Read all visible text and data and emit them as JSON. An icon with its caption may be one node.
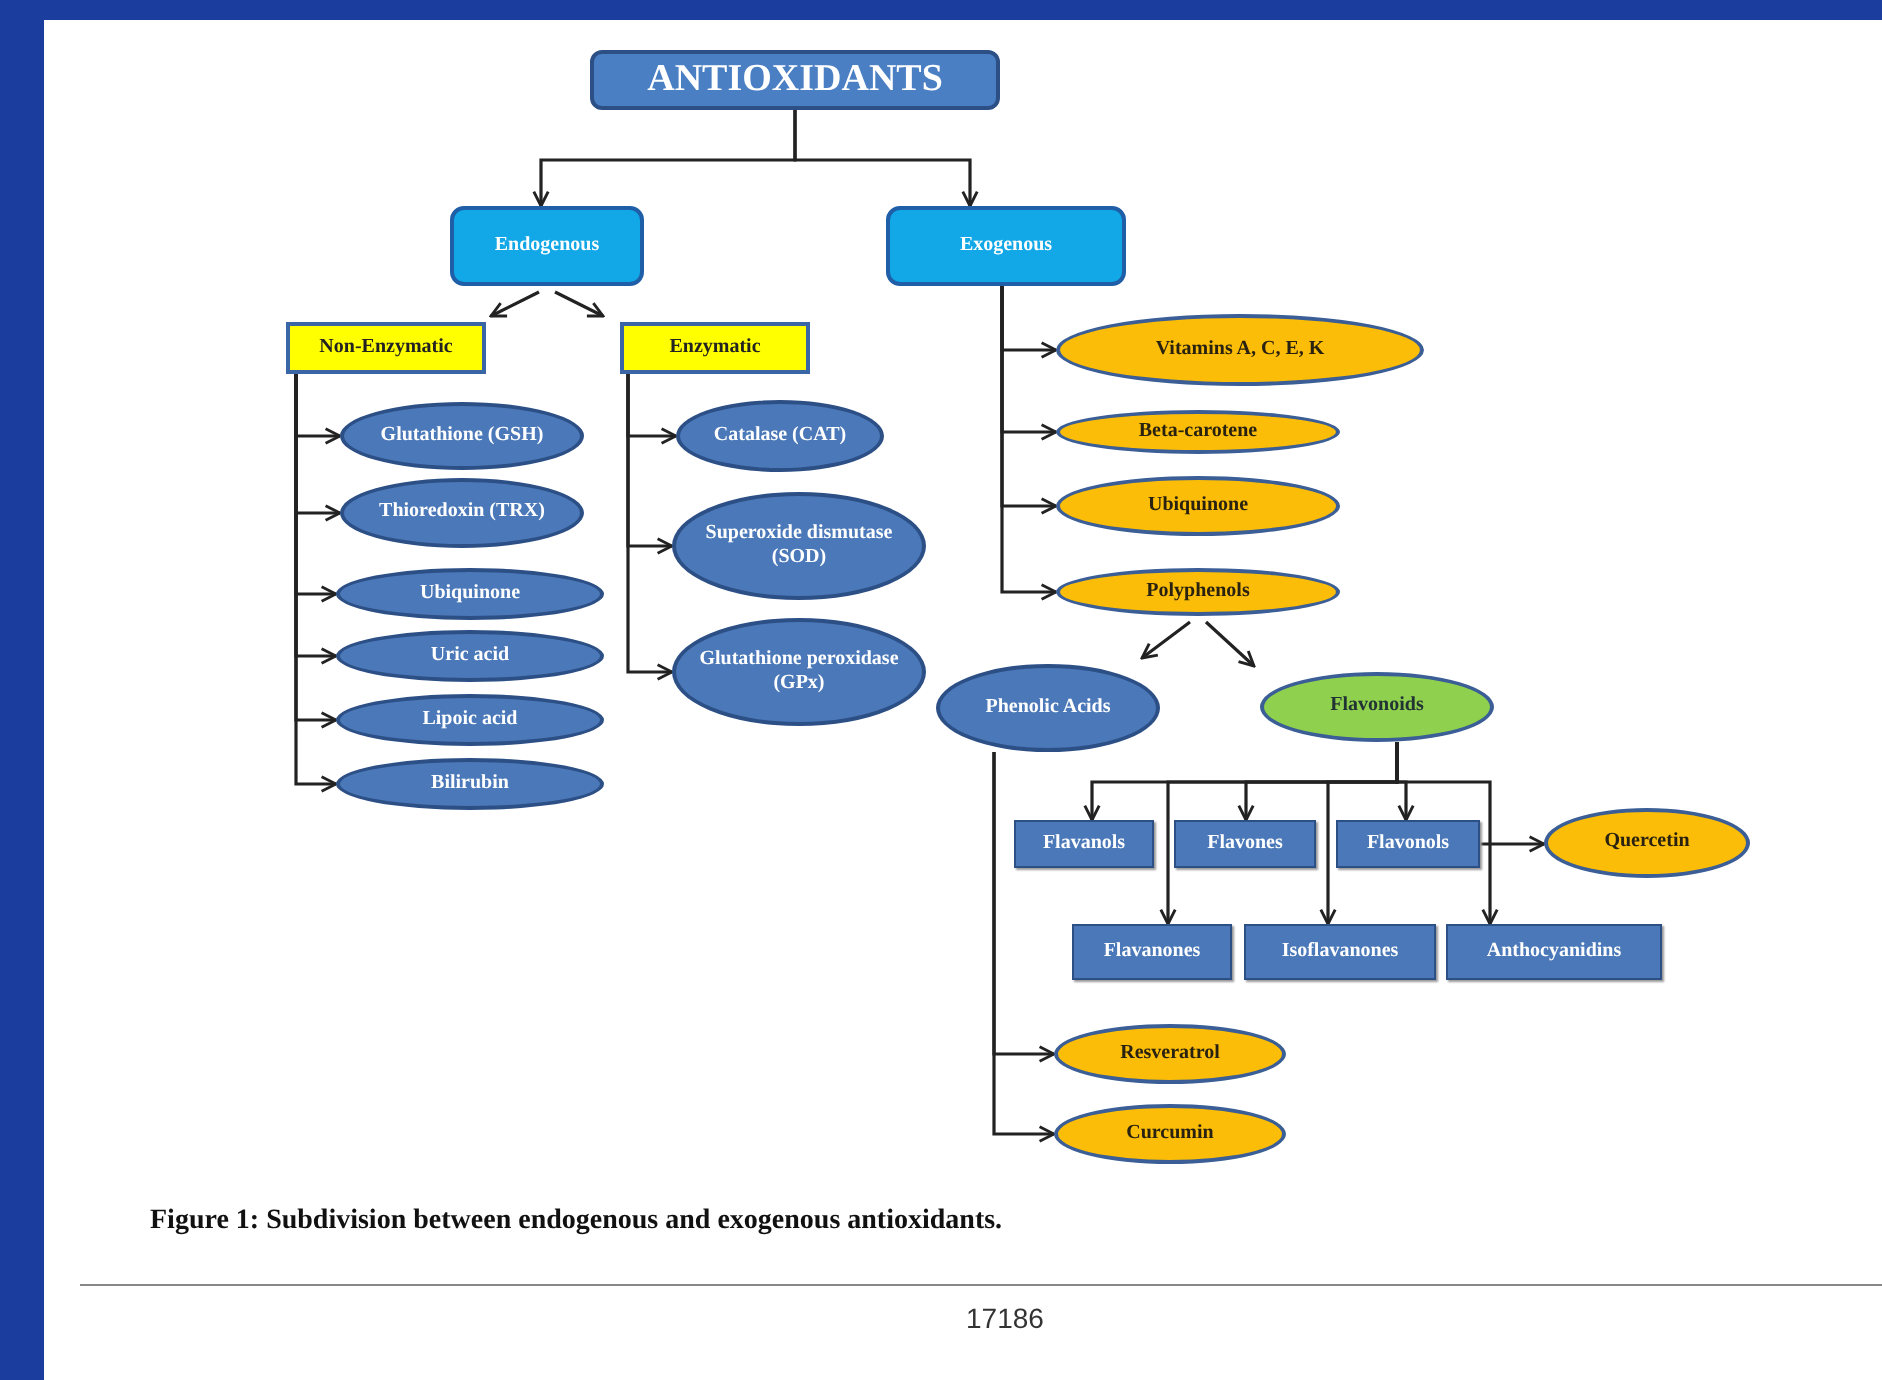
{
  "diagram": {
    "caption": "Figure 1: Subdivision between endogenous and exogenous antioxidants.",
    "nodes": [
      {
        "text": [
          "ANTIOXIDANTS"
        ]
      },
      {
        "text": [
          "Endogenous"
        ]
      },
      {
        "text": [
          "Exogenous"
        ]
      },
      {
        "text": [
          "Non-Enzymatic"
        ]
      },
      {
        "text": [
          "Enzymatic"
        ]
      },
      {
        "text": [
          "Glutathione (GSH)"
        ]
      },
      {
        "text": [
          "Thioredoxin (TRX)"
        ]
      },
      {
        "text": [
          "Ubiquinone"
        ]
      },
      {
        "text": [
          "Uric acid"
        ]
      },
      {
        "text": [
          "Lipoic acid"
        ]
      },
      {
        "text": [
          "Bilirubin"
        ]
      },
      {
        "text": [
          "Catalase (CAT)"
        ]
      },
      {
        "text": [
          "Superoxide dismutase (SOD)"
        ]
      },
      {
        "text": [
          "Glutathione peroxidase (GPx)"
        ]
      },
      {
        "text": [
          "Vitamins A, C, E, K"
        ]
      },
      {
        "text": [
          "Beta-carotene"
        ]
      },
      {
        "text": [
          "Ubiquinone"
        ]
      },
      {
        "text": [
          "Polyphenols"
        ]
      },
      {
        "text": [
          "Phenolic Acids"
        ]
      },
      {
        "text": [
          "Flavonoids"
        ]
      },
      {
        "text": [
          "Flavanols"
        ]
      },
      {
        "text": [
          "Flavones"
        ]
      },
      {
        "text": [
          "Flavonols"
        ]
      },
      {
        "text": [
          "Quercetin"
        ]
      },
      {
        "text": [
          "Flavanones"
        ]
      },
      {
        "text": [
          "Isoflavanones"
        ]
      },
      {
        "text": [
          "Anthocyanidins"
        ]
      },
      {
        "text": [
          "Resveratrol"
        ]
      },
      {
        "text": [
          "Curcumin"
        ]
      }
    ],
    "edges": [
      {
        "from": 0,
        "to": 1,
        "arrow": "to"
      },
      {
        "from": 0,
        "to": 2,
        "arrow": "to"
      },
      {
        "from": 1,
        "to": 3,
        "arrow": "to"
      },
      {
        "from": 1,
        "to": 4,
        "arrow": "to"
      },
      {
        "from": 3,
        "to": 5,
        "arrow": "to"
      },
      {
        "from": 3,
        "to": 6,
        "arrow": "to"
      },
      {
        "from": 3,
        "to": 7,
        "arrow": "to"
      },
      {
        "from": 3,
        "to": 8,
        "arrow": "to"
      },
      {
        "from": 3,
        "to": 9,
        "arrow": "to"
      },
      {
        "from": 3,
        "to": 10,
        "arrow": "to"
      },
      {
        "from": 4,
        "to": 11,
        "arrow": "to"
      },
      {
        "from": 4,
        "to": 12,
        "arrow": "to"
      },
      {
        "from": 4,
        "to": 13,
        "arrow": "to"
      },
      {
        "from": 2,
        "to": 14,
        "arrow": "to"
      },
      {
        "from": 2,
        "to": 15,
        "arrow": "to"
      },
      {
        "from": 2,
        "to": 16,
        "arrow": "to"
      },
      {
        "from": 2,
        "to": 17,
        "arrow": "to"
      },
      {
        "from": 17,
        "to": 18,
        "arrow": "to"
      },
      {
        "from": 17,
        "to": 19,
        "arrow": "to"
      },
      {
        "from": 19,
        "to": 20,
        "arrow": "to"
      },
      {
        "from": 19,
        "to": 21,
        "arrow": "to"
      },
      {
        "from": 19,
        "to": 22,
        "arrow": "to"
      },
      {
        "from": 19,
        "to": 24,
        "arrow": "to"
      },
      {
        "from": 19,
        "to": 25,
        "arrow": "to"
      },
      {
        "from": 19,
        "to": 26,
        "arrow": "to"
      },
      {
        "from": 22,
        "to": 23,
        "arrow": "to"
      },
      {
        "from": 18,
        "to": 27,
        "arrow": "to"
      },
      {
        "from": 18,
        "to": 28,
        "arrow": "to"
      }
    ],
    "labels": [
      "17186"
    ]
  }
}
